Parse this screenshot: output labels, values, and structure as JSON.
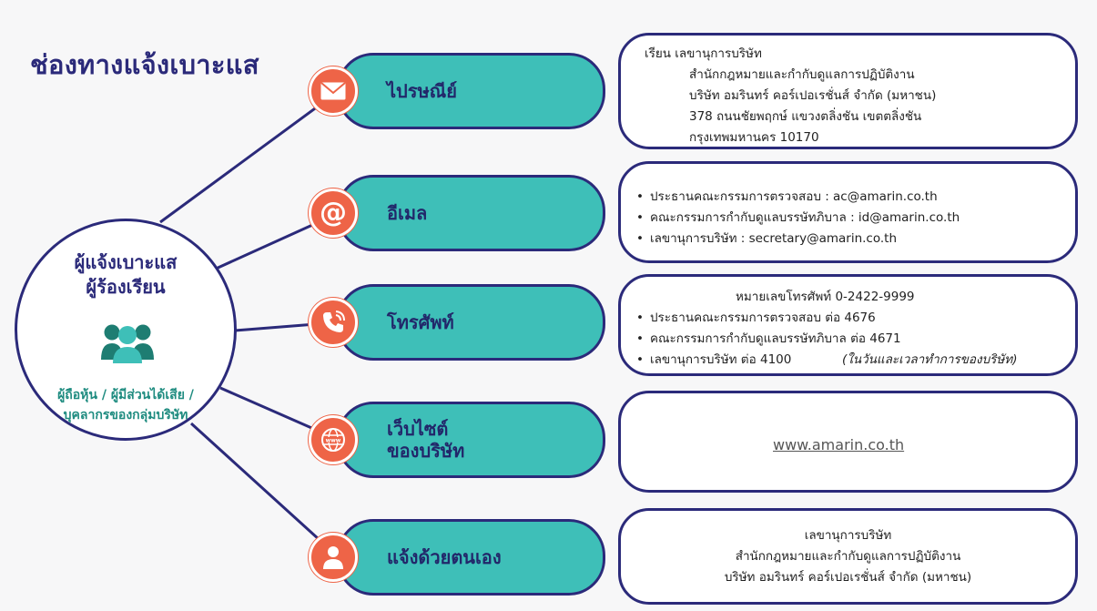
{
  "title": "ช่องทางแจ้งเบาะแส",
  "center": {
    "title_line1": "ผู้แจ้งเบาะแส",
    "title_line2": "ผู้ร้องเรียน",
    "people_icon": "people-group-icon",
    "sub_line1": "ผู้ถือหุ้น / ผู้มีส่วนได้เสีย /",
    "sub_line2": "บุคลากรของกลุ่มบริษัท"
  },
  "colors": {
    "navy": "#2b2a7a",
    "teal": "#3ebfb8",
    "coral": "#ee6447",
    "card_bg": "#f7f7f8"
  },
  "channels": [
    {
      "label": "ไปรษณีย์",
      "icon": "envelope-icon",
      "info": {
        "heading": "เรียน  เลขานุการบริษัท",
        "lines": [
          "สำนักกฎหมายและกำกับดูแลการปฏิบัติงาน",
          "บริษัท อมรินทร์ คอร์เปอเรชั่นส์ จำกัด (มหาชน)",
          "378 ถนนชัยพฤกษ์ แขวงตลิ่งชัน เขตตลิ่งชัน",
          "กรุงเทพมหานคร 10170"
        ]
      }
    },
    {
      "label": "อีเมล",
      "icon": "at-sign-icon",
      "info": {
        "bullets": [
          "ประธานคณะกรรมการตรวจสอบ : ac@amarin.co.th",
          "คณะกรรมการกำกับดูแลบรรษัทภิบาล : id@amarin.co.th",
          "เลขานุการบริษัท  : secretary@amarin.co.th"
        ]
      }
    },
    {
      "label": "โทรศัพท์",
      "icon": "phone-icon",
      "info": {
        "heading": "หมายเลขโทรศัพท์  0-2422-9999",
        "bullets": [
          "ประธานคณะกรรมการตรวจสอบ ต่อ 4676",
          "คณะกรรมการกำกับดูแลบรรษัทภิบาล ต่อ 4671",
          "เลขานุการบริษัท  ต่อ 4100"
        ],
        "note": "(ในวันและเวลาทำการของบริษัท)"
      }
    },
    {
      "label_line1": "เว็บไซต์",
      "label_line2": "ของบริษัท",
      "icon": "globe-www-icon",
      "info": {
        "link": "www.amarin.co.th"
      }
    },
    {
      "label": "แจ้งด้วยตนเอง",
      "icon": "person-icon",
      "info": {
        "lines": [
          "เลขานุการบริษัท",
          "สำนักกฎหมายและกำกับดูแลการปฏิบัติงาน",
          "บริษัท อมรินทร์ คอร์เปอเรชั่นส์ จำกัด (มหาชน)"
        ]
      }
    }
  ]
}
